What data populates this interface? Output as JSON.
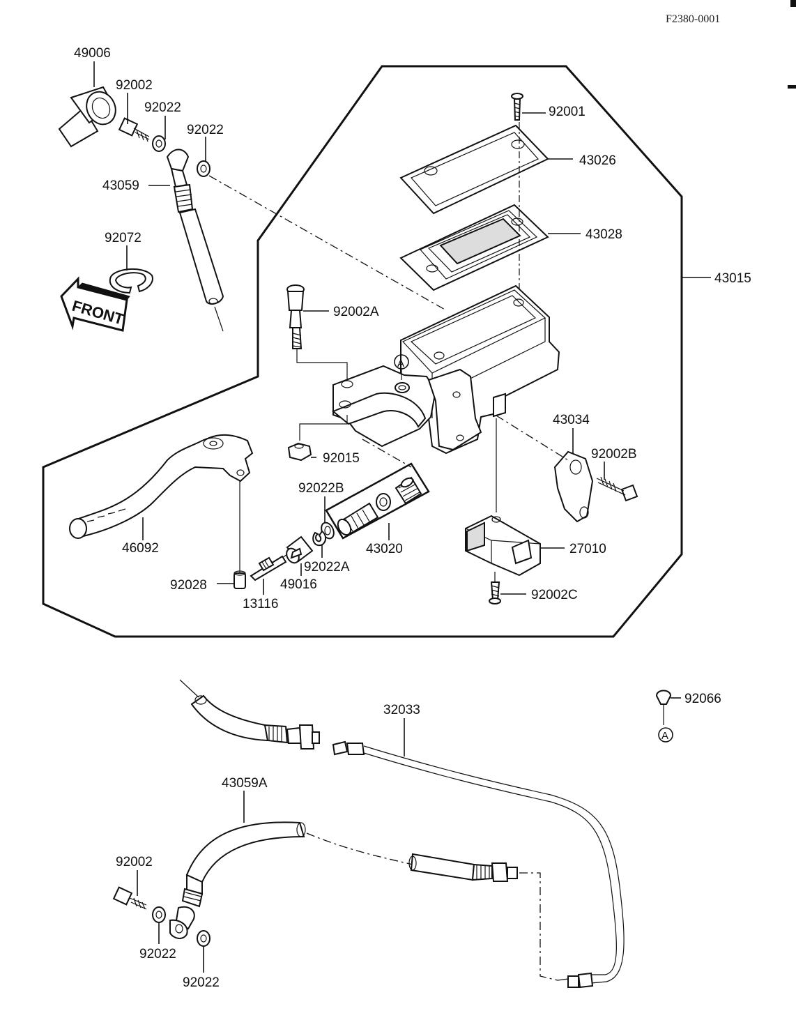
{
  "drawing_code": "F2380-0001",
  "front_label": "FRONT",
  "ref_marker": "A",
  "parts": {
    "p49006": "49006",
    "p92002_top": "92002",
    "p92022_top1": "92022",
    "p92022_top2": "92022",
    "p43059": "43059",
    "p92072": "92072",
    "p92001": "92001",
    "p43026": "43026",
    "p43028": "43028",
    "p43015": "43015",
    "p92002A": "92002A",
    "p43034": "43034",
    "p92002B": "92002B",
    "p92015": "92015",
    "p92022B": "92022B",
    "p43020": "43020",
    "p27010": "27010",
    "p46092": "46092",
    "p92022A": "92022A",
    "p49016": "49016",
    "p92028": "92028",
    "p13116": "13116",
    "p92002C": "92002C",
    "p32033": "32033",
    "p92066": "92066",
    "p43059A": "43059A",
    "p92002_bot": "92002",
    "p92022_bot1": "92022",
    "p92022_bot2": "92022"
  }
}
